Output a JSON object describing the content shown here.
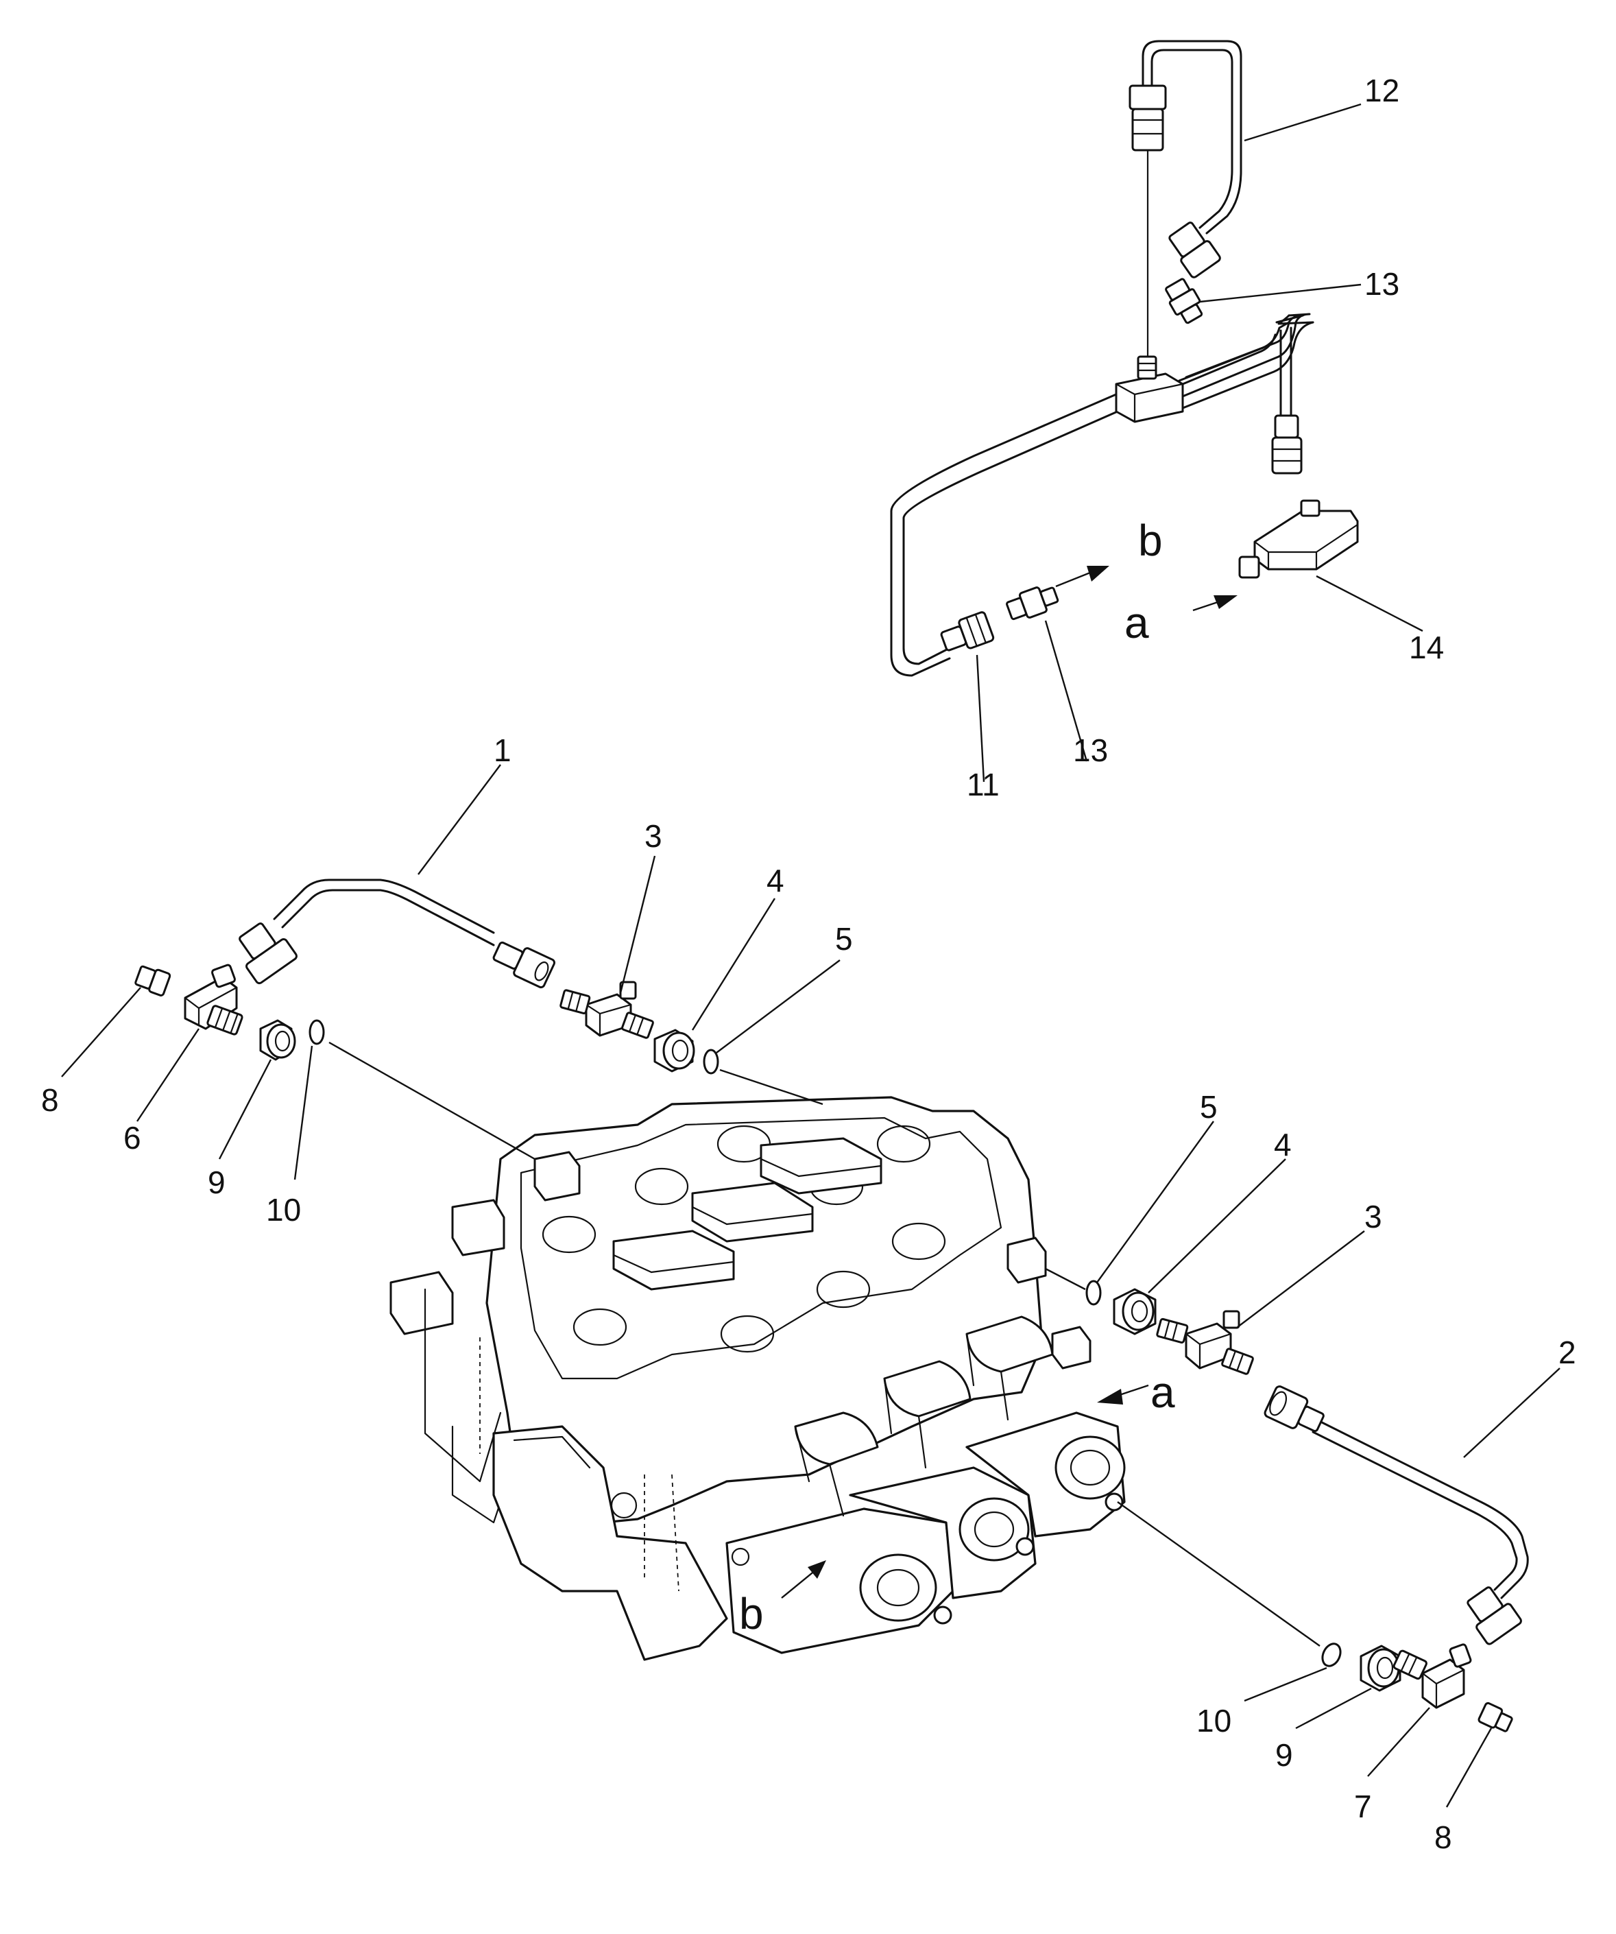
{
  "callouts": {
    "c1": "1",
    "c2": "2",
    "c3a": "3",
    "c3b": "3",
    "c4a": "4",
    "c4b": "4",
    "c5a": "5",
    "c5b": "5",
    "c6": "6",
    "c7": "7",
    "c8a": "8",
    "c8b": "8",
    "c9a": "9",
    "c9b": "9",
    "c10a": "10",
    "c10b": "10",
    "c11": "11",
    "c12": "12",
    "c13a": "13",
    "c13b": "13",
    "c14": "14"
  },
  "refs": {
    "a_top": "a",
    "b_top": "b",
    "a_body": "a",
    "b_body": "b"
  }
}
